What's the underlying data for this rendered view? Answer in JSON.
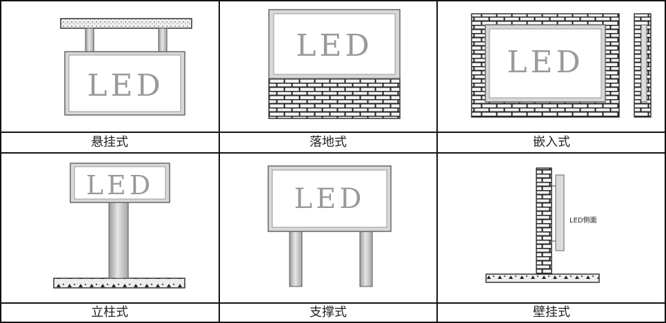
{
  "screen_text": "LED",
  "panels": [
    {
      "caption": "悬挂式"
    },
    {
      "caption": "落地式"
    },
    {
      "caption": "嵌入式"
    },
    {
      "caption": "立柱式"
    },
    {
      "caption": "支撑式"
    },
    {
      "caption": "壁挂式",
      "side_label": "LED侧面"
    }
  ]
}
